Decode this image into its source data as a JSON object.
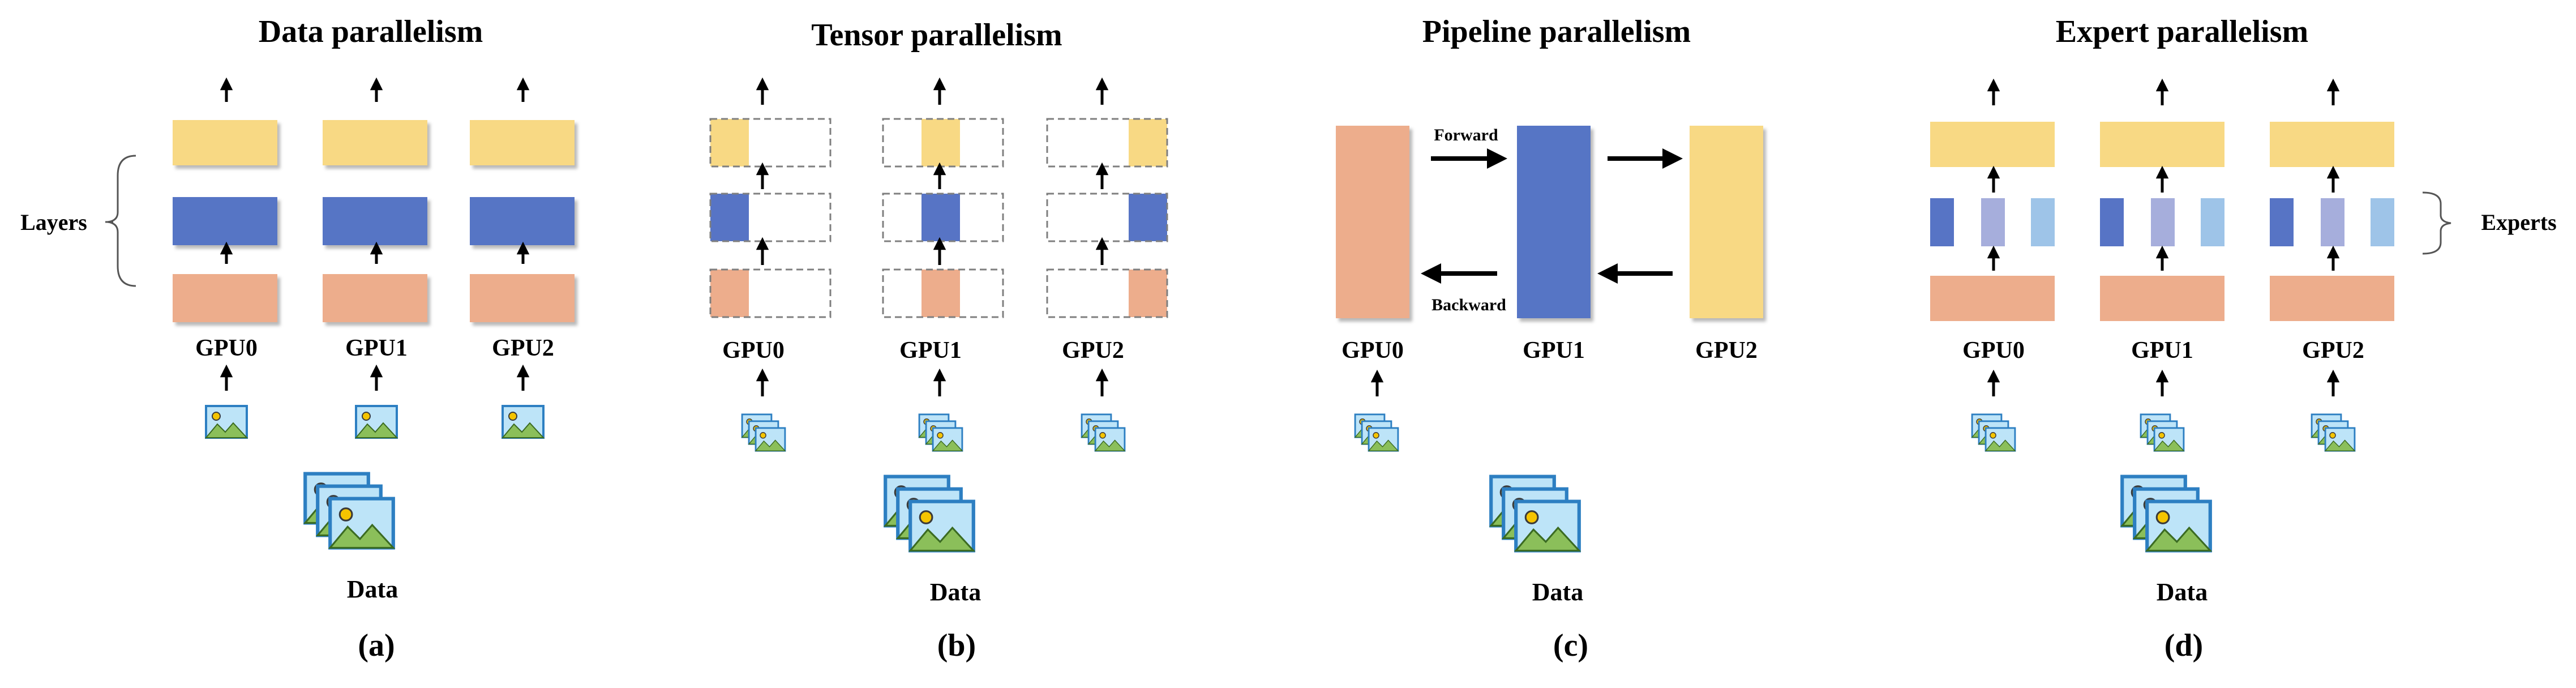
{
  "colors": {
    "orange": "#EDAD8C",
    "blue": "#5774C5",
    "yellow": "#F8D984",
    "light_blue": "#9EC4E8",
    "lavender": "#A6AEDC",
    "dashed": "#7F7F7F",
    "black": "#000000",
    "sky": "#BDE4F8",
    "frame_blue": "#2D7FC2",
    "sun": "#F5C400",
    "hill": "#8BBF5A"
  },
  "panels": {
    "a": {
      "title": "Data parallelism",
      "caption": "(a)",
      "side_label": "Layers",
      "gpus": [
        "GPU0",
        "GPU1",
        "GPU2"
      ],
      "data_label": "Data"
    },
    "b": {
      "title": "Tensor parallelism",
      "caption": "(b)",
      "gpus": [
        "GPU0",
        "GPU1",
        "GPU2"
      ],
      "data_label": "Data"
    },
    "c": {
      "title": "Pipeline parallelism",
      "caption": "(c)",
      "gpus": [
        "GPU0",
        "GPU1",
        "GPU2"
      ],
      "forward_label": "Forward",
      "backward_label": "Backward",
      "data_label": "Data"
    },
    "d": {
      "title": "Expert parallelism",
      "caption": "(d)",
      "side_label": "Experts",
      "gpus": [
        "GPU0",
        "GPU1",
        "GPU2"
      ],
      "data_label": "Data"
    }
  }
}
